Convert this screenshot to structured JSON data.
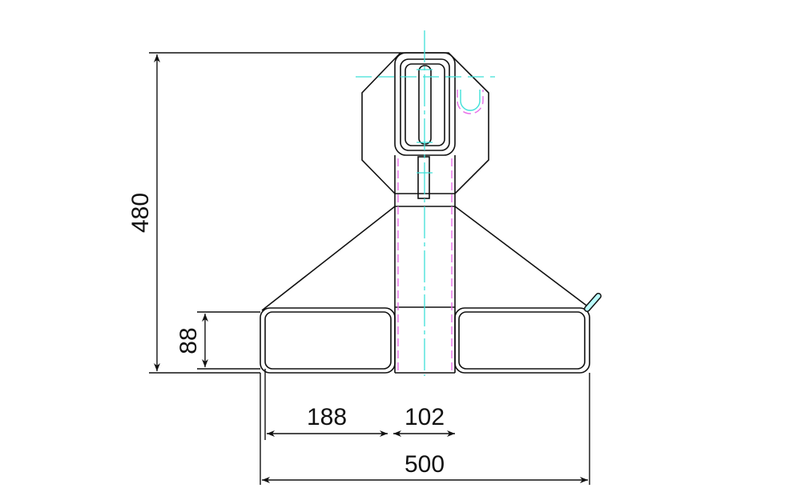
{
  "drawing": {
    "type": "technical-drawing",
    "colors": {
      "outline": "#111111",
      "centerline": "#3fe0d8",
      "hidden": "#e86ee8"
    },
    "dimensions": {
      "height_total": "480",
      "arm_height": "88",
      "arm_width": "188",
      "column_width": "102",
      "total_width": "500"
    }
  }
}
